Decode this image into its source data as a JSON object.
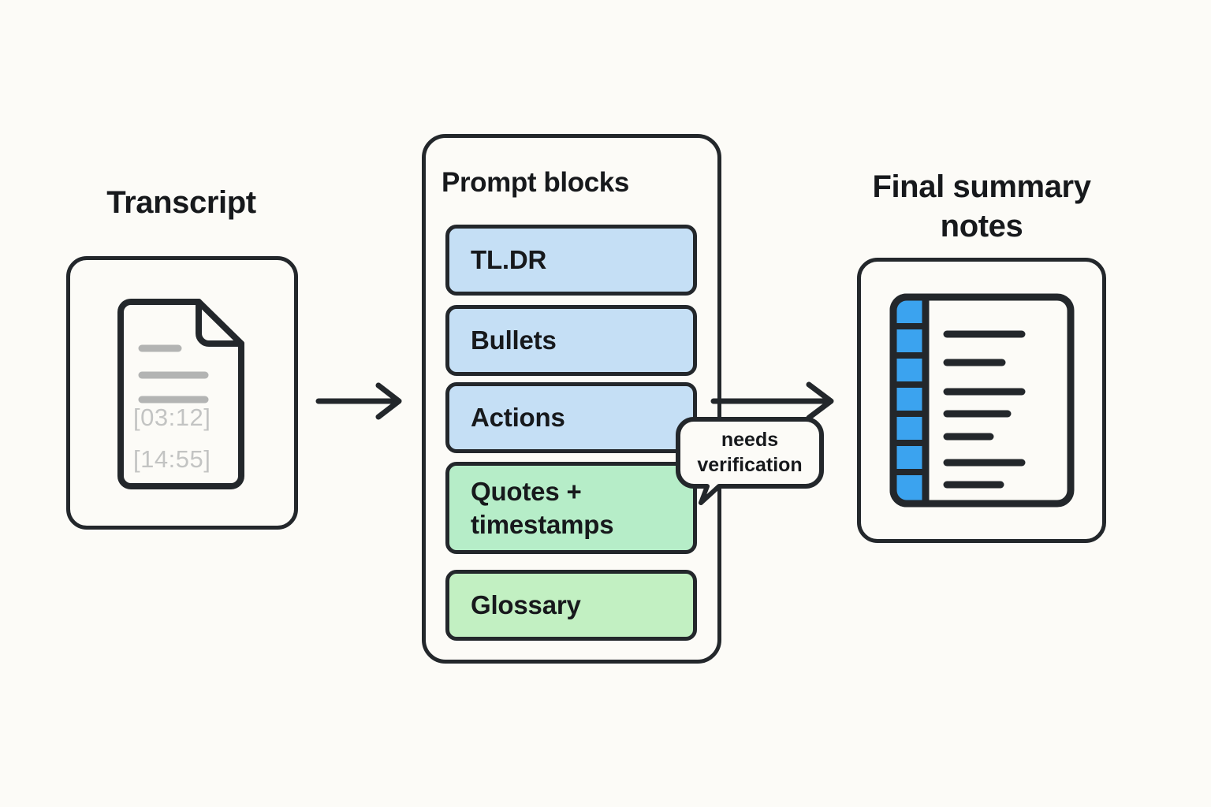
{
  "canvas": {
    "background_color": "#fcfbf7",
    "stroke_color": "#23272b",
    "text_color": "#17191c"
  },
  "stages": {
    "input": {
      "title": "Transcript",
      "icon": "document-page-icon",
      "timestamps": [
        "[03:12]",
        "[14:55]"
      ],
      "text_line_count": 3,
      "line_color": "#b3b4b3",
      "timestamp_color": "#c3c4c3"
    },
    "middle": {
      "title": "Prompt blocks",
      "blocks": [
        {
          "label": "TL.DR",
          "fill": "#c5dff5",
          "group": "blue"
        },
        {
          "label": "Bullets",
          "fill": "#c5dff5",
          "group": "blue"
        },
        {
          "label": "Actions",
          "fill": "#c5dff5",
          "group": "blue"
        },
        {
          "label": "Quotes +\ntimestamps",
          "fill": "#b6edc8",
          "group": "green"
        },
        {
          "label": "Glossary",
          "fill": "#c2f0c2",
          "group": "green"
        }
      ]
    },
    "output": {
      "title": "Final summary\nnotes",
      "icon": "notebook-lined-page-icon",
      "spine_color": "#3ba3ef",
      "spine_segment_count": 7,
      "note_line_count": 7
    }
  },
  "annotations": {
    "callout": {
      "text": "needs\nverification",
      "fill": "#fcfbf7",
      "attached_to": "Quotes + timestamps"
    }
  },
  "connectors": [
    {
      "name": "transcript-to-prompt",
      "from": "Transcript",
      "to": "Prompt blocks",
      "style": "arrow-right"
    },
    {
      "name": "prompt-to-notes",
      "from": "Prompt blocks",
      "to": "Final summary notes",
      "style": "arrow-right"
    }
  ]
}
